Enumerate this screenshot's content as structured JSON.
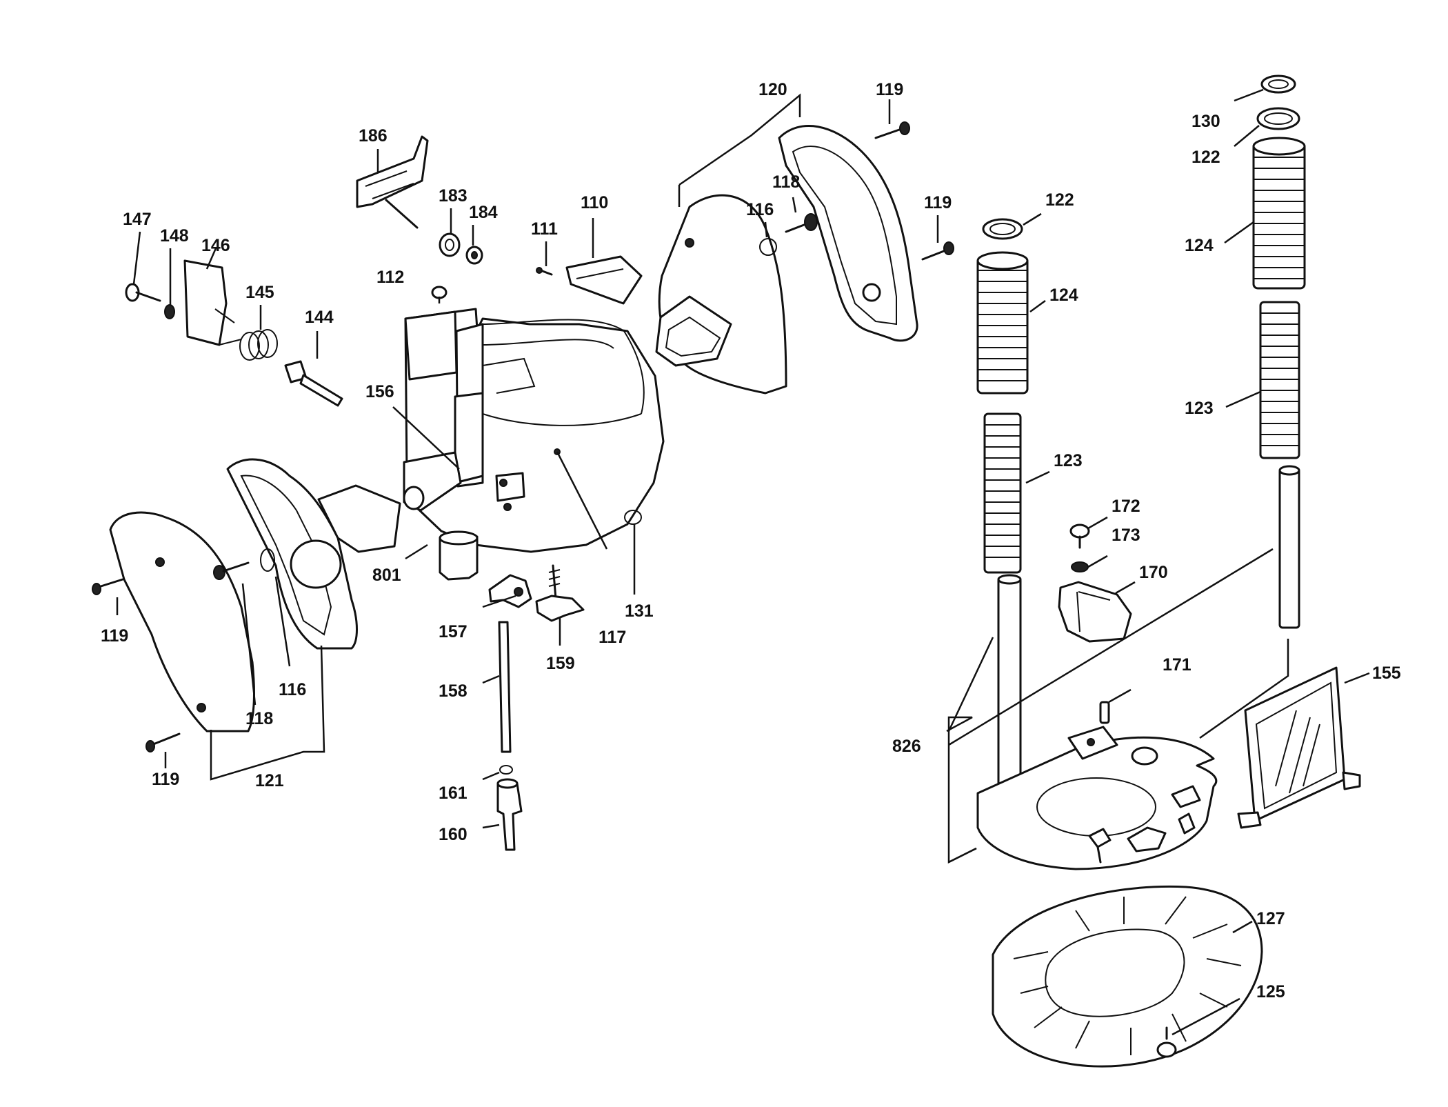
{
  "diagram": {
    "labels": {
      "p186": "186",
      "p183": "183",
      "p184": "184",
      "p147": "147",
      "p148": "148",
      "p146": "146",
      "p145": "145",
      "p144": "144",
      "p112": "112",
      "p111": "111",
      "p110": "110",
      "p120": "120",
      "p119a": "119",
      "p118a": "118",
      "p116a": "116",
      "p119b": "119",
      "p156": "156",
      "p801": "801",
      "p117": "117",
      "p131": "131",
      "p157": "157",
      "p159": "159",
      "p158": "158",
      "p161": "161",
      "p160": "160",
      "p119c": "119",
      "p118b": "118",
      "p116b": "116",
      "p119d": "119",
      "p121": "121",
      "p122a": "122",
      "p124a": "124",
      "p123a": "123",
      "p172": "172",
      "p173": "173",
      "p170": "170",
      "p171": "171",
      "p826": "826",
      "p130": "130",
      "p122b": "122",
      "p124b": "124",
      "p123b": "123",
      "p155": "155",
      "p127": "127",
      "p125": "125"
    }
  }
}
